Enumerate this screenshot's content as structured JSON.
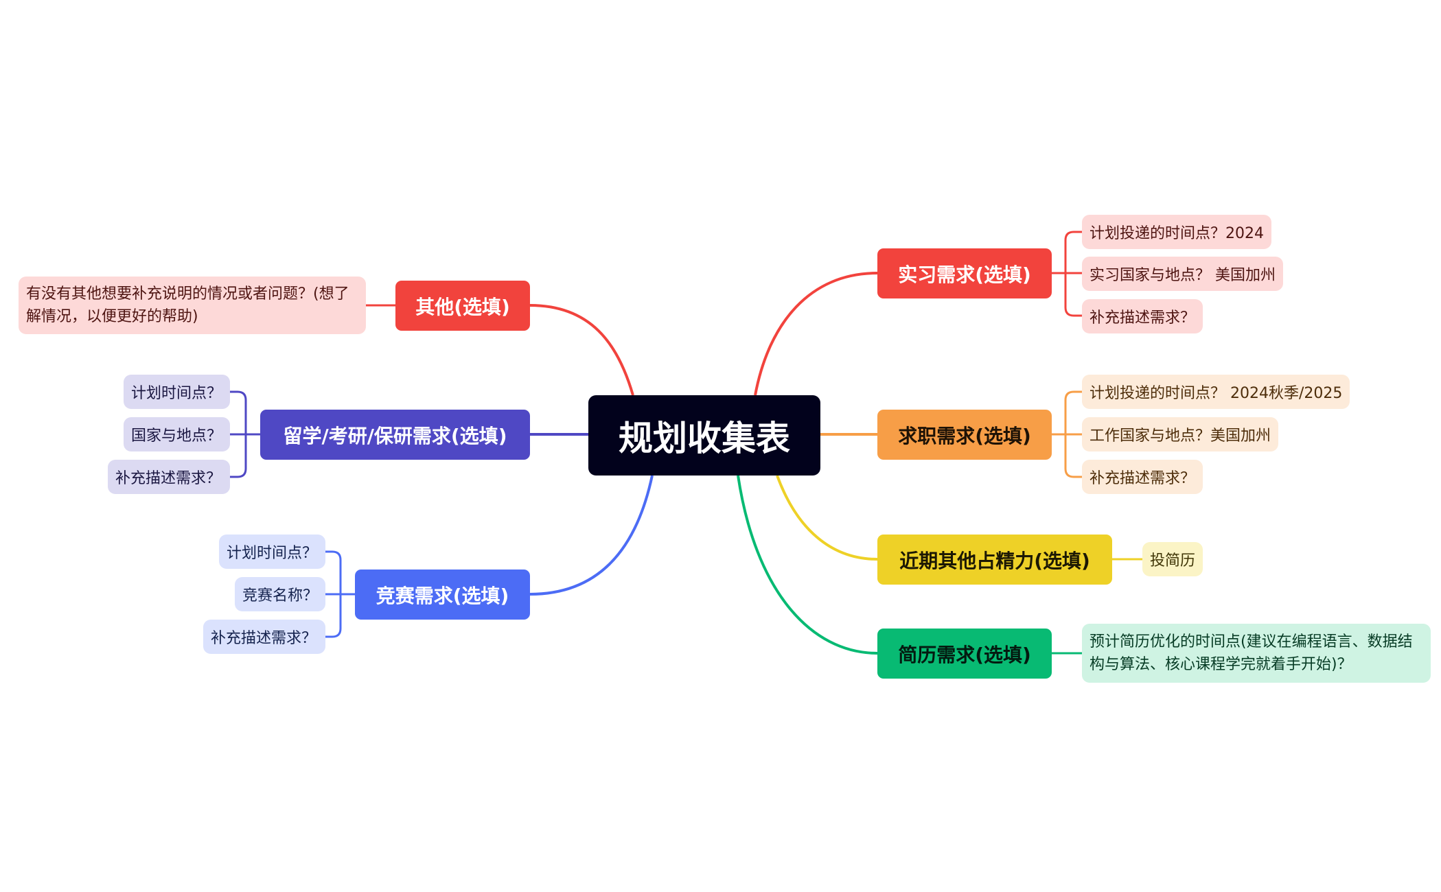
{
  "root": {
    "label": "规划收集表"
  },
  "colors": {
    "internship": "#f2433d",
    "job": "#f79e47",
    "recent": "#eed127",
    "resume": "#08ba73",
    "other": "#f1433d",
    "study": "#4f48c4",
    "competition": "#4c6cf5"
  },
  "branches": {
    "internship": {
      "label": "实习需求(选填)",
      "items": [
        "计划投递的时间点？2024",
        "实习国家与地点？  美国加州",
        "补充描述需求？"
      ]
    },
    "job": {
      "label": "求职需求(选填)",
      "items": [
        "计划投递的时间点？  2024秋季/2025",
        "工作国家与地点？美国加州",
        "补充描述需求？"
      ]
    },
    "recent": {
      "label": "近期其他占精力(选填)",
      "items": [
        "投简历"
      ]
    },
    "resume": {
      "label": "简历需求(选填)",
      "items": [
        "预计简历优化的时间点(建议在编程语言、数据结构与算法、核心课程学完就着手开始)？"
      ]
    },
    "other": {
      "label": "其他(选填)",
      "items": [
        "有没有其他想要补充说明的情况或者问题？(想了解情况，以便更好的帮助)"
      ]
    },
    "study": {
      "label": "留学/考研/保研需求(选填)",
      "items": [
        "计划时间点？",
        "国家与地点？",
        "补充描述需求？"
      ]
    },
    "competition": {
      "label": "竞赛需求(选填)",
      "items": [
        "计划时间点？",
        "竞赛名称？",
        "补充描述需求？"
      ]
    }
  }
}
